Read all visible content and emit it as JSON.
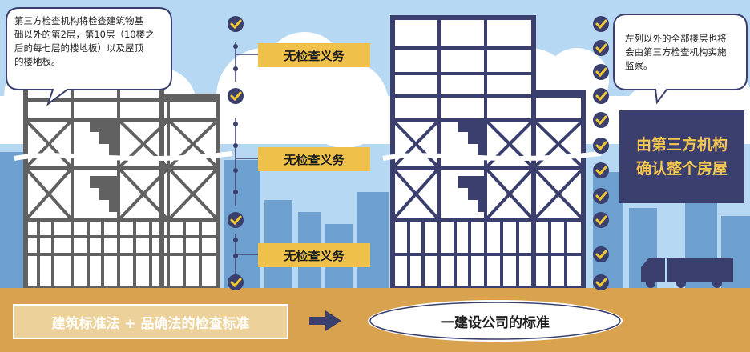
{
  "left_bubble": {
    "lines": [
      "第三方检查机构将检查建筑物基",
      "础以外的第2层，第10层（10楼之",
      "后的每七层的楼地板）以及屋顶",
      "的楼地板。"
    ]
  },
  "right_bubble": {
    "lines": [
      "左列以外的全部楼层也将",
      "会由第三方检查机构实施",
      "监察。"
    ]
  },
  "no_obligation_tags": [
    "无检查义务",
    "无检查义务",
    "无检查义务"
  ],
  "third_party_box": {
    "line1": "由第三方机构",
    "line2": "确认整个房屋"
  },
  "bottom": {
    "left_standard": "建筑标准法 + 品确法的检查标准",
    "right_standard": "一建设公司的标准"
  },
  "colors": {
    "sky": "#b6d8f2",
    "ground": "#d8a24f",
    "left_building": "#616161",
    "right_building": "#3a3f6e",
    "tag": "#f0c14a",
    "check": "#f0c933"
  },
  "icons": [
    "speech-bubble",
    "check-circle-icon",
    "arrow-right-icon",
    "truck-icon"
  ]
}
